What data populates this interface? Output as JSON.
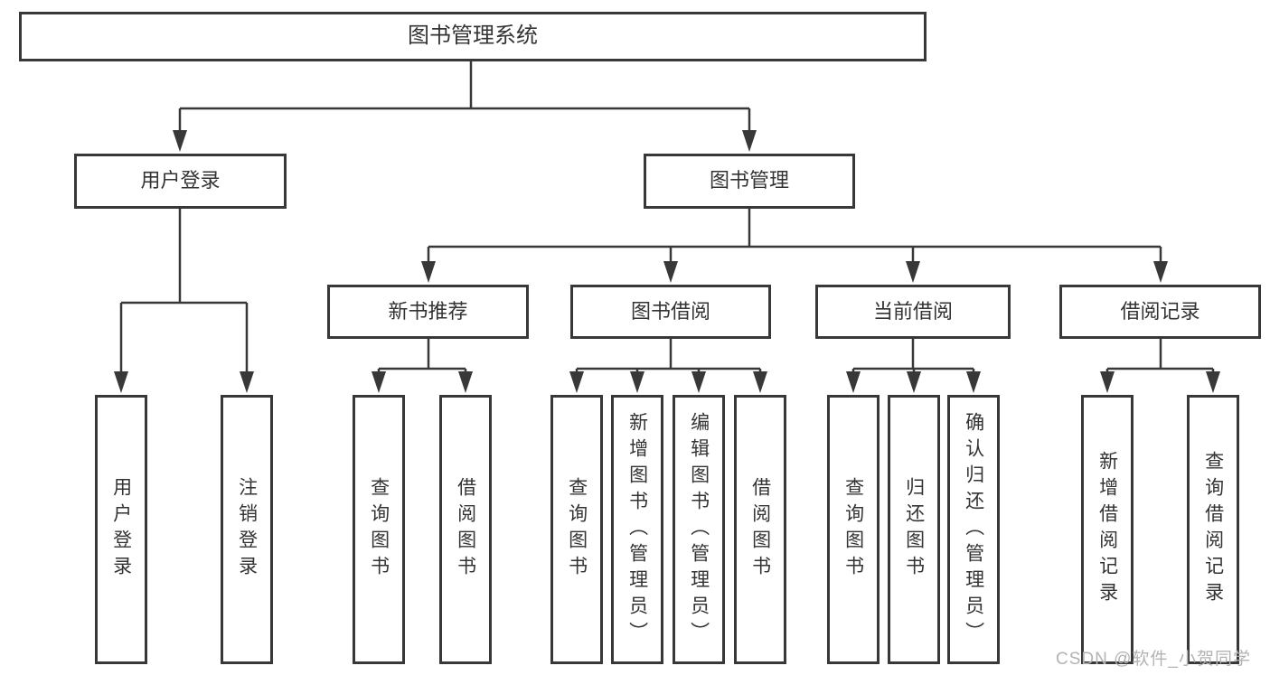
{
  "diagram": {
    "type": "hierarchy-tree",
    "tree": {
      "root": {
        "label": "图书管理系统"
      },
      "branches": [
        {
          "label": "用户登录",
          "children": [
            {
              "label": "用户登录"
            },
            {
              "label": "注销登录"
            }
          ]
        },
        {
          "label": "图书管理",
          "children": [
            {
              "label": "新书推荐",
              "children": [
                {
                  "label": "查询图书"
                },
                {
                  "label": "借阅图书"
                }
              ]
            },
            {
              "label": "图书借阅",
              "children": [
                {
                  "label": "查询图书"
                },
                {
                  "label": "新增图书（管理员）"
                },
                {
                  "label": "编辑图书（管理员）"
                },
                {
                  "label": "借阅图书"
                }
              ]
            },
            {
              "label": "当前借阅",
              "children": [
                {
                  "label": "查询图书"
                },
                {
                  "label": "归还图书"
                },
                {
                  "label": "确认归还（管理员）"
                }
              ]
            },
            {
              "label": "借阅记录",
              "children": [
                {
                  "label": "新增借阅记录"
                },
                {
                  "label": "查询借阅记录"
                }
              ]
            }
          ]
        }
      ]
    },
    "colors": {
      "line": "#383838",
      "text": "#333333",
      "background": "#ffffff",
      "watermark_text_color": "#b3b3b3"
    }
  },
  "watermark": {
    "text": "CSDN @软件_小贺同学"
  }
}
